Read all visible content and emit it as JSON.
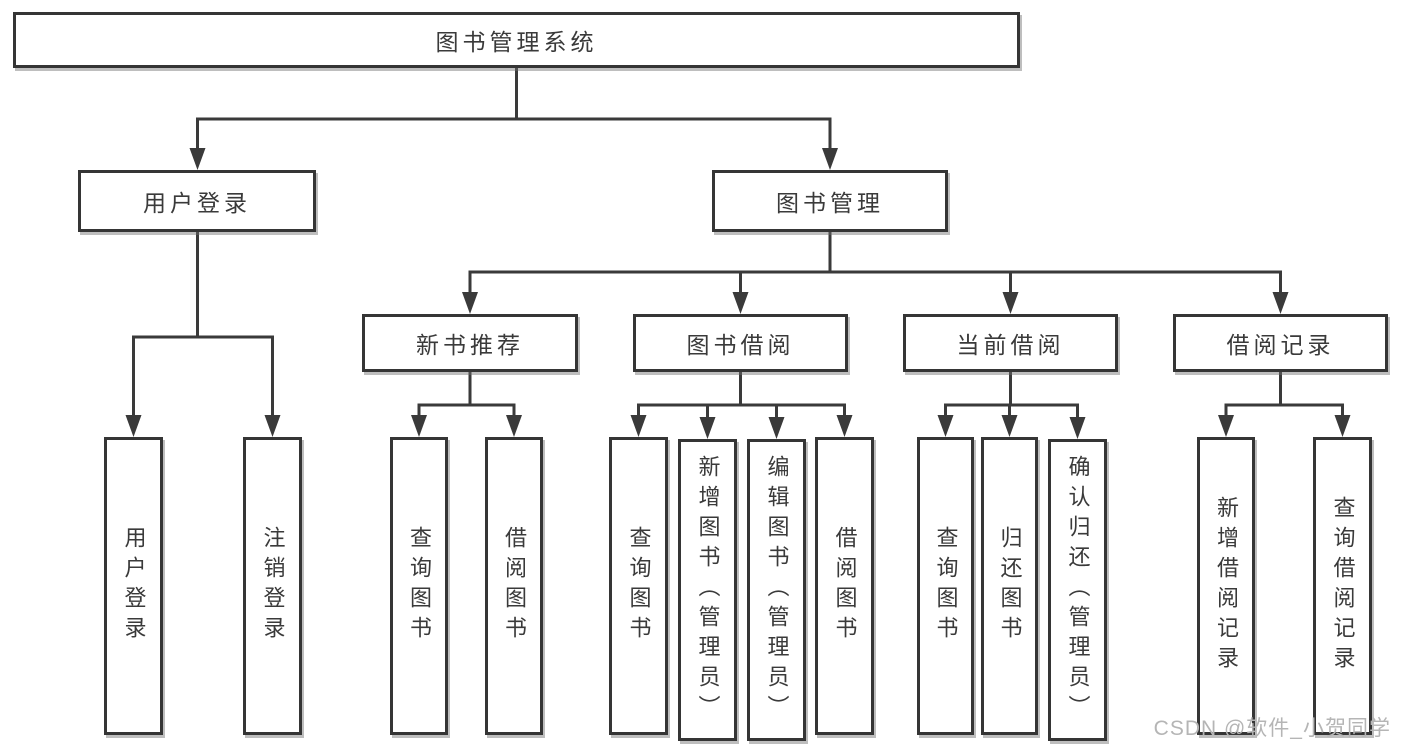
{
  "tree": {
    "root": {
      "label": "图书管理系统"
    },
    "children": [
      {
        "label": "用户登录",
        "children": [
          {
            "label": "用户登录"
          },
          {
            "label": "注销登录"
          }
        ]
      },
      {
        "label": "图书管理",
        "children": [
          {
            "label": "新书推荐",
            "children": [
              {
                "label": "查询图书"
              },
              {
                "label": "借阅图书"
              }
            ]
          },
          {
            "label": "图书借阅",
            "children": [
              {
                "label": "查询图书"
              },
              {
                "label": "新增图书（管理员）"
              },
              {
                "label": "编辑图书（管理员）"
              },
              {
                "label": "借阅图书"
              }
            ]
          },
          {
            "label": "当前借阅",
            "children": [
              {
                "label": "查询图书"
              },
              {
                "label": "归还图书"
              },
              {
                "label": "确认归还（管理员）"
              }
            ]
          },
          {
            "label": "借阅记录",
            "children": [
              {
                "label": "新增借阅记录"
              },
              {
                "label": "查询借阅记录"
              }
            ]
          }
        ]
      }
    ]
  },
  "watermark": {
    "text": "CSDN @软件_小贺同学",
    "color": "#b5b5b5"
  },
  "colors": {
    "background": "#ffffff",
    "line": "#3a3a3a",
    "box_border": "#353535",
    "text": "#3a3a3a"
  }
}
